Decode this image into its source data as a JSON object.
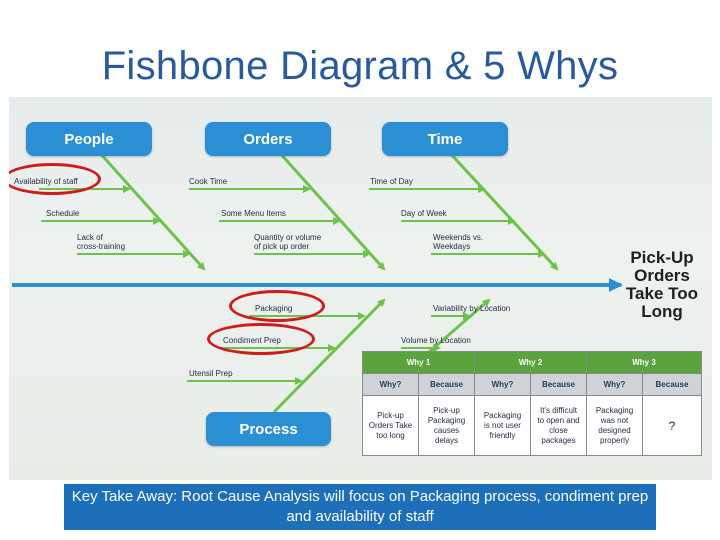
{
  "title": "Fishbone Diagram & 5 Whys",
  "categories": {
    "people": "People",
    "orders": "Orders",
    "time": "Time",
    "process": "Process"
  },
  "causes": {
    "availability_of_staff": "Availability of staff",
    "schedule": "Schedule",
    "lack_of_cross_training": "Lack of\ncross-training",
    "cook_time": "Cook Time",
    "some_menu_items": "Some Menu Items",
    "quantity_or_volume": "Quantity or volume\nof pick up order",
    "time_of_day": "Time of Day",
    "day_of_week": "Day of Week",
    "weekends_vs_weekdays": "Weekends vs.\nWeekdays",
    "packaging": "Packaging",
    "condiment_prep": "Condiment Prep",
    "utensil_prep": "Utensil Prep",
    "variability_by_location": "Variability by Location",
    "volume_by_location": "Volume by Location"
  },
  "effect": "Pick-Up\nOrders\nTake Too\nLong",
  "why_table": {
    "headers": [
      "Why 1",
      "Why 2",
      "Why 3"
    ],
    "subheaders": [
      "Why?",
      "Because",
      "Why?",
      "Because",
      "Why?",
      "Because"
    ],
    "row": [
      "Pick-up\nOrders Take\ntoo long",
      "Pick-up\nPackaging\ncauses\ndelays",
      "Packaging\nis not user\nfriendly",
      "It's difficult\nto open and\nclose\npackages",
      "Packaging\nwas not\ndesigned\nproperly",
      "?"
    ]
  },
  "takeaway": "Key Take Away: Root Cause Analysis will focus on Packaging process, condiment  prep and availability of staff",
  "colors": {
    "title": "#2a5a9c",
    "category_box": "#2b8fd3",
    "bones": "#2b8fd3",
    "arrows": "#6cc24a",
    "highlight": "#d11a1a",
    "table_header": "#5aa33f",
    "table_subheader": "#cfd3d8",
    "takeaway_bg": "#1c6fb8"
  }
}
